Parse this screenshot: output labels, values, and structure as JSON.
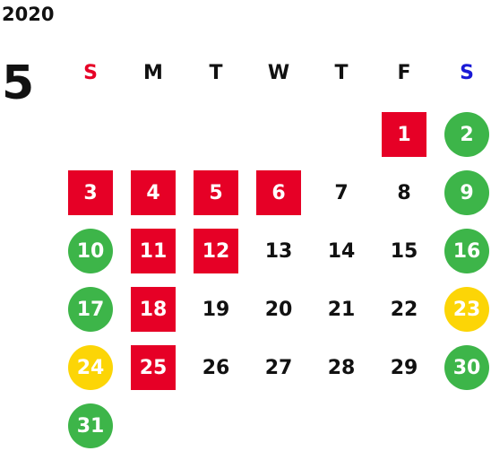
{
  "year": "2020",
  "month": "5",
  "colors": {
    "holiday_box": "#e60026",
    "weekend_circle": "#3db549",
    "special_circle": "#fcd506",
    "sunday_header": "#e60026",
    "saturday_header": "#1a1ad6"
  },
  "weekdays": [
    {
      "label": "S",
      "color": "#e60026"
    },
    {
      "label": "M",
      "color": "#111111"
    },
    {
      "label": "T",
      "color": "#111111"
    },
    {
      "label": "W",
      "color": "#111111"
    },
    {
      "label": "T",
      "color": "#111111"
    },
    {
      "label": "F",
      "color": "#111111"
    },
    {
      "label": "S",
      "color": "#1a1ad6"
    }
  ],
  "weeks": [
    [
      null,
      null,
      null,
      null,
      null,
      {
        "day": "1",
        "style": "red-box"
      },
      {
        "day": "2",
        "style": "green-circle"
      }
    ],
    [
      {
        "day": "3",
        "style": "red-box"
      },
      {
        "day": "4",
        "style": "red-box"
      },
      {
        "day": "5",
        "style": "red-box"
      },
      {
        "day": "6",
        "style": "red-box"
      },
      {
        "day": "7",
        "style": "plain"
      },
      {
        "day": "8",
        "style": "plain"
      },
      {
        "day": "9",
        "style": "green-circle"
      }
    ],
    [
      {
        "day": "10",
        "style": "green-circle"
      },
      {
        "day": "11",
        "style": "red-box"
      },
      {
        "day": "12",
        "style": "red-box"
      },
      {
        "day": "13",
        "style": "plain"
      },
      {
        "day": "14",
        "style": "plain"
      },
      {
        "day": "15",
        "style": "plain"
      },
      {
        "day": "16",
        "style": "green-circle"
      }
    ],
    [
      {
        "day": "17",
        "style": "green-circle"
      },
      {
        "day": "18",
        "style": "red-box"
      },
      {
        "day": "19",
        "style": "plain"
      },
      {
        "day": "20",
        "style": "plain"
      },
      {
        "day": "21",
        "style": "plain"
      },
      {
        "day": "22",
        "style": "plain"
      },
      {
        "day": "23",
        "style": "yellow-circle"
      }
    ],
    [
      {
        "day": "24",
        "style": "yellow-circle"
      },
      {
        "day": "25",
        "style": "red-box"
      },
      {
        "day": "26",
        "style": "plain"
      },
      {
        "day": "27",
        "style": "plain"
      },
      {
        "day": "28",
        "style": "plain"
      },
      {
        "day": "29",
        "style": "plain"
      },
      {
        "day": "30",
        "style": "green-circle"
      }
    ],
    [
      {
        "day": "31",
        "style": "green-circle"
      },
      null,
      null,
      null,
      null,
      null,
      null
    ]
  ]
}
